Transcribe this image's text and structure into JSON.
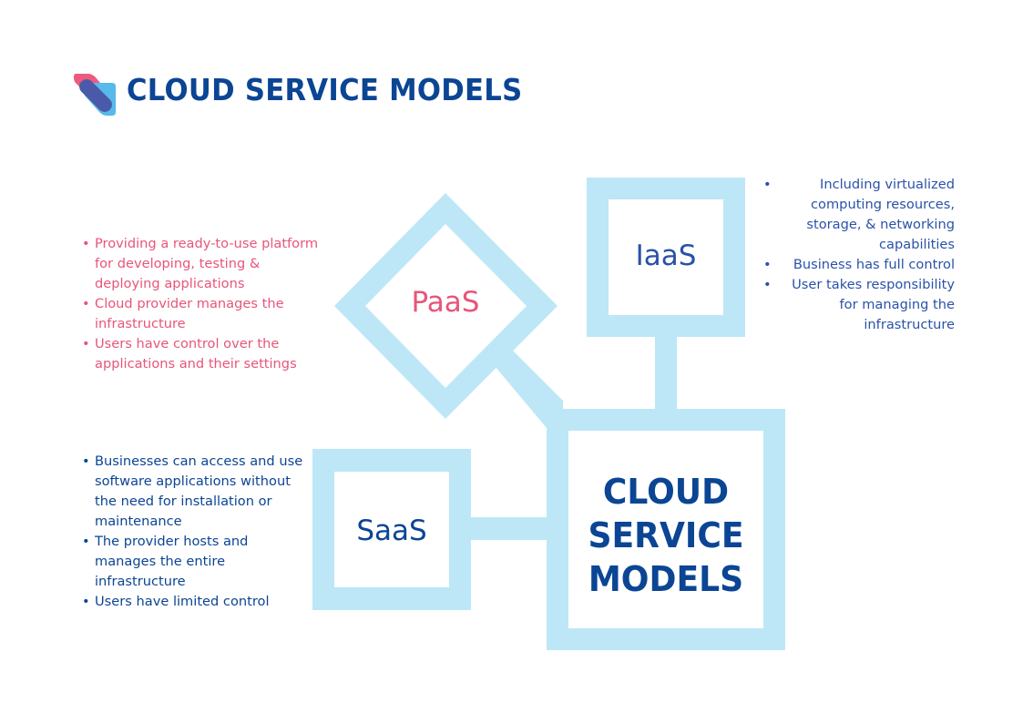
{
  "header": {
    "title": "CLOUD SERVICE MODELS",
    "logo_icon": "overlapping-pills-logo"
  },
  "colors": {
    "title": "#0b4594",
    "frame": "#bde7f7",
    "paas": "#e8557a",
    "iaas": "#2a52a8",
    "saas": "#0b4594",
    "logo_pink": "#ec5b7f",
    "logo_blue": "#58b9ea",
    "logo_overlap": "#4a5aa8"
  },
  "diagram": {
    "center": {
      "lines": [
        "CLOUD",
        "SERVICE",
        "MODELS"
      ]
    },
    "nodes": {
      "paas": {
        "label": "PaaS",
        "notes": [
          "Providing a ready-to-use platform for developing, testing & deploying applications",
          "Cloud provider manages the infrastructure",
          "Users have control over the applications and their settings"
        ]
      },
      "iaas": {
        "label": "IaaS",
        "notes": [
          "Including virtualized computing resources, storage, & networking capabilities",
          "Business has full control",
          "User takes responsibility for managing the infrastructure"
        ]
      },
      "saas": {
        "label": "SaaS",
        "notes": [
          "Businesses can access and use software applications without the need for installation or maintenance",
          "The provider hosts and manages the entire infrastructure",
          "Users have limited control"
        ]
      }
    }
  }
}
